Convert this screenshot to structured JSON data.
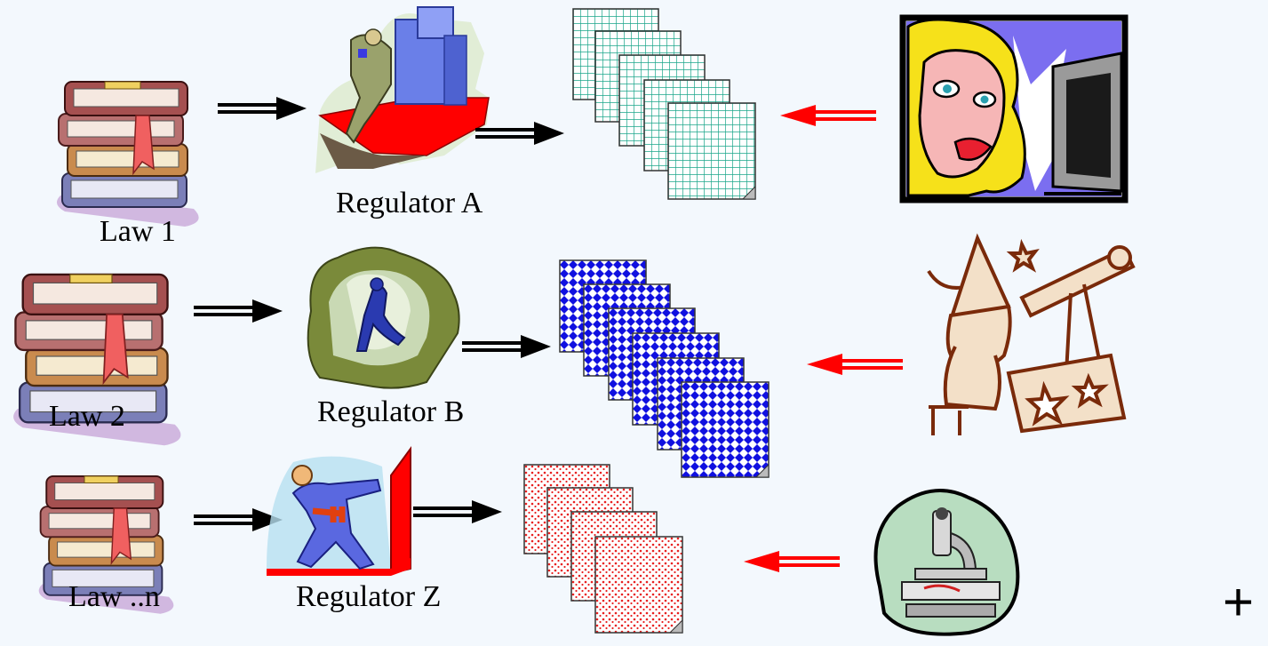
{
  "rows": [
    {
      "law_label": "Law 1",
      "regulator_label": "Regulator A",
      "document_pattern": "green-grid",
      "document_count": 5,
      "observer_icon": "woman-at-monitor-icon"
    },
    {
      "law_label": "Law 2",
      "regulator_label": "Regulator B",
      "document_pattern": "blue-diamond",
      "document_count": 6,
      "observer_icon": "astronomer-wizard-icon"
    },
    {
      "law_label": "Law ..n",
      "regulator_label": "Regulator Z",
      "document_pattern": "red-dots",
      "document_count": 4,
      "observer_icon": "microscope-icon"
    }
  ],
  "corner_mark": "+",
  "colors": {
    "background": "#f3f8fd",
    "black_arrow": "#000000",
    "red_arrow": "#ff0000",
    "grid_doc": "#1aa58a",
    "diamond_doc": "#1010e0",
    "dot_doc": "#e82020",
    "regulator_floor": "#ff0000"
  }
}
